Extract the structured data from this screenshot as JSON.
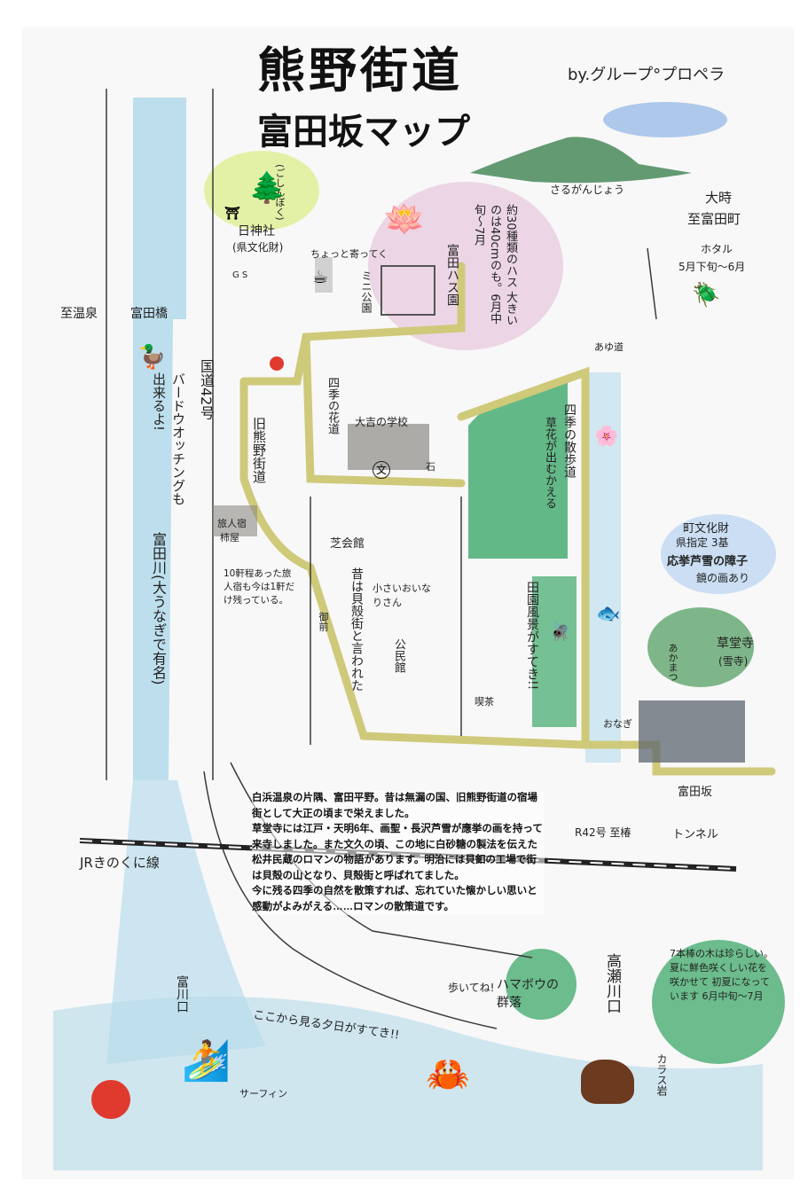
{
  "title": {
    "line1": "熊野街道",
    "line2": "富田坂マップ",
    "author": "by.グループ°プロペラ"
  },
  "labels": {
    "sarugan": "さるがんじょう",
    "to_tondamachi_1": "至富田町",
    "to_tondamachi_2": "大時",
    "hotaru": "ホタル",
    "hotaru_season": "5月下旬〜6月",
    "shrine": "日神社",
    "shrine_note": "(ごしんぼく)",
    "shrine_note2": "(県文化財)",
    "cafe": "ちょっと寄ってく",
    "gs": "G S",
    "mini_park": "ミニ公園",
    "lotus_park": "富田ハス園",
    "lotus_note": "約30種類のハス 大きいのは40cmのも。6月中旬〜7月",
    "to_onsen": "至温泉",
    "tonda_bridge": "富田橋",
    "bird_watching": "バードウオッチングも出来るよ!",
    "route42": "国道42号",
    "tonda_river": "富田川(大うなぎで有名)",
    "kumano_kaido": "旧熊野街道",
    "shiki_no_hanamichi": "四季の花道",
    "school": "大吉の学校",
    "stone": "石",
    "shiki_sanpo": "四季の散歩道",
    "kusabana": "草花が出むかえる",
    "ryokan": "旅人宿",
    "ryokan_name": "柿屋",
    "ryokan_note": "10軒程あった旅人宿も今は1軒だけ残っている。",
    "community_hall": "芝会館",
    "old_town": "昔は貝殻街と言われた",
    "small_inari": "小さいおいなりさん",
    "kominkan": "公民館",
    "gozen": "御前",
    "den_en": "田園風景がすてき!!",
    "kissa": "喫茶",
    "ayu": "あゆ道",
    "bunkazai": "町文化財",
    "bunkazai_detail": "県指定 3基",
    "rosetsu": "応挙芦雪の障子",
    "kagami": "鏡の画あり",
    "sodoji": "草堂寺",
    "sodoji_alt": "(雪寺)",
    "tonda_slope": "富田坂",
    "r42_tunnel": "R42号 至椿",
    "tunnel": "トンネル",
    "jr_line": "JRきのくに線",
    "hamabou": "ハマボウの群落",
    "arukuto": "歩いてね!",
    "takase_river": "高瀬川口",
    "tondagawa_mouth": "富川口",
    "sunset": "ここから見る夕日がすてき!!",
    "surfing": "サーフィン",
    "karasu_iwa": "カラス岩",
    "nanami_note": "7本棒の木は珍らしい。夏に鮮色咲くしい花を咲かせて 初夏になっています 6月中旬〜7月",
    "onaki": "おなぎ",
    "akamatsu": "あかまつ"
  },
  "description": [
    "白浜温泉の片隅、富田平野。昔は無漏の国、旧熊野街道の宿場街として大正の頃まで栄えました。",
    "草堂寺には江戸・天明6年、画聖・長沢芦雪が應挙の画を持って来寺しました。また文久の頃、この地に白砂糖の製法を伝えた松井民蔵のロマンの物語があります。明治には貝釦の工場で街は貝殻の山となり、貝殻街と呼ばれてました。",
    "今に残る四季の自然を散策すれば、忘れていた懐かしい思いと感動がよみがえる……ロマンの散策道です。"
  ],
  "colors": {
    "road": "#cfc97a",
    "river": "#9fd0e6",
    "green": "#3da86a",
    "lotus": "#e7c8dd",
    "sky": "#8fb4e6",
    "mountain": "#4a8a5a",
    "sun": "#e03a2e"
  }
}
